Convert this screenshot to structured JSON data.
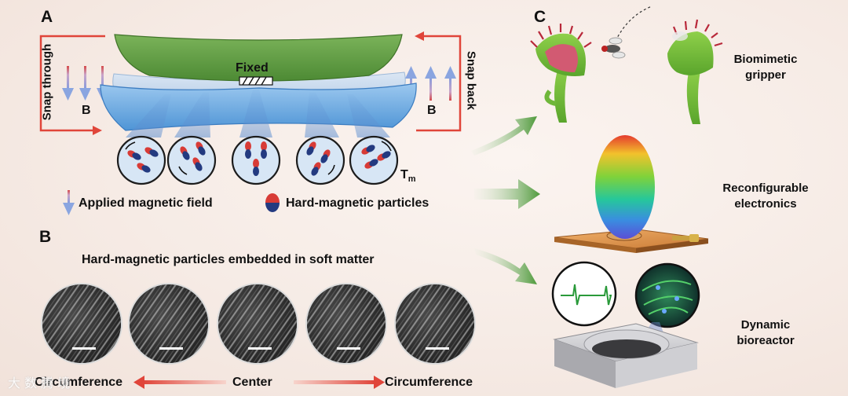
{
  "panels": {
    "a": "A",
    "b": "B",
    "c": "C"
  },
  "panel_a": {
    "fixed": "Fixed",
    "snap_through": "Snap through",
    "snap_back": "Snap back",
    "b_left": "B",
    "b_right": "B",
    "tm_base": "T",
    "tm_sub": "m"
  },
  "legend": {
    "applied_field": "Applied magnetic field",
    "particles": "Hard-magnetic particles"
  },
  "panel_b": {
    "title": "Hard-magnetic particles embedded in soft matter",
    "left": "Circumference",
    "center": "Center",
    "right": "Circumference"
  },
  "panel_c": {
    "gripper_line1": "Biomimetic",
    "gripper_line2": "gripper",
    "electronics_line1": "Reconfigurable",
    "electronics_line2": "electronics",
    "bioreactor_line1": "Dynamic",
    "bioreactor_line2": "bioreactor"
  },
  "watermark": "大 数 腾 境",
  "colors": {
    "arrow_red": "#e0453a",
    "field_blue": "#8ea7dc",
    "membrane_green": "#5f9c3f",
    "membrane_blue": "#6fa9df",
    "flow_arrow_green": "#5e9f48"
  }
}
